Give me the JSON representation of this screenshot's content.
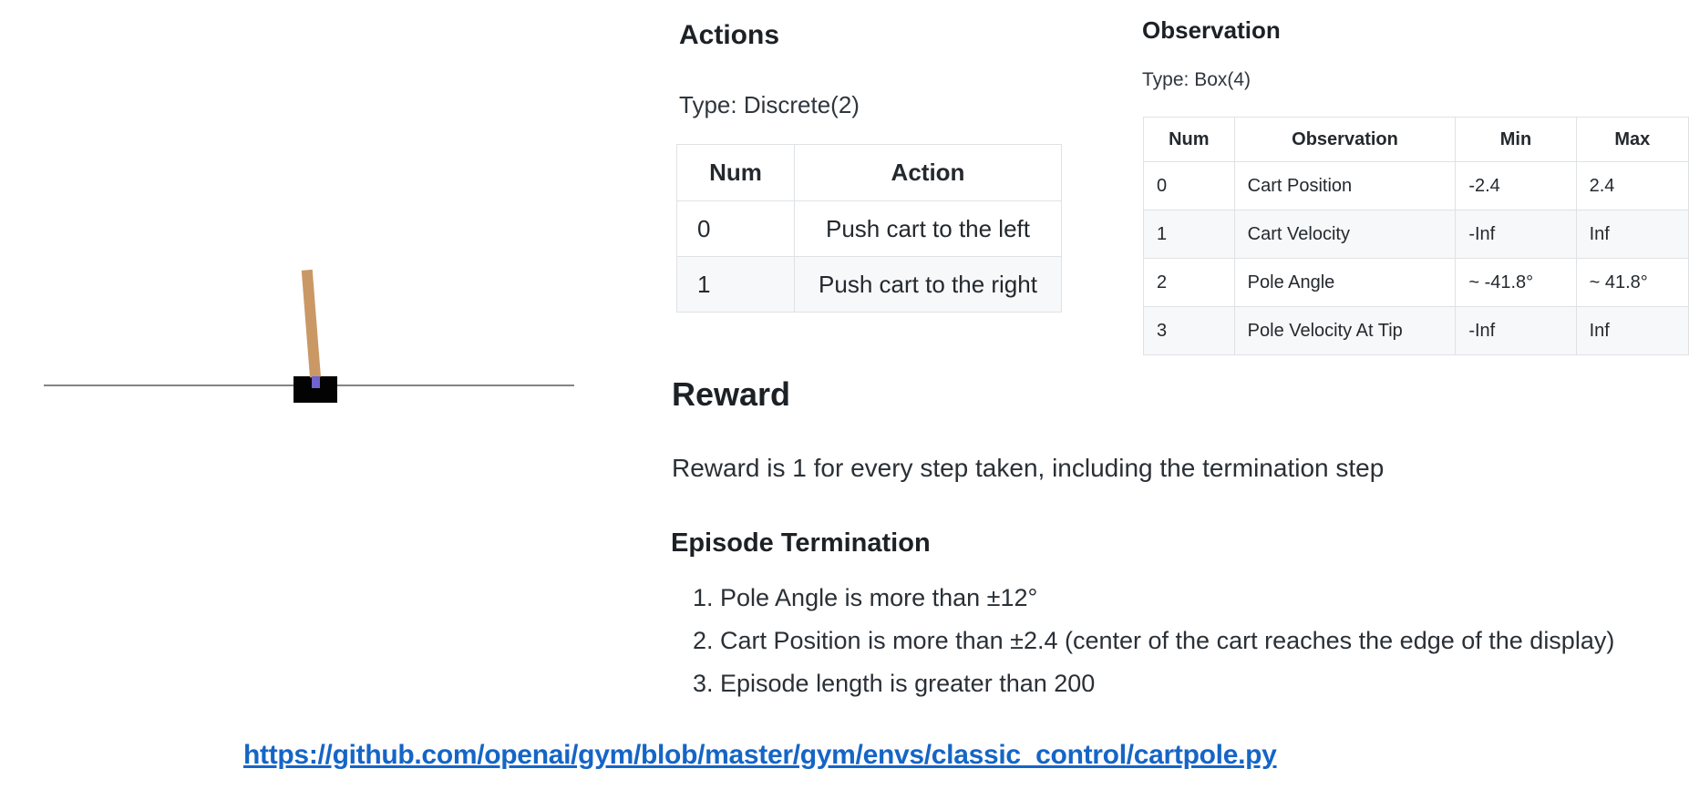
{
  "cartpole": {
    "description": "CartPole environment render: black cart on horizontal track with tan pole on purple axle",
    "track_color": "#848484",
    "cart_color": "#030303",
    "pole_color": "#ca9865",
    "axle_color": "#6f63cf"
  },
  "actions": {
    "title": "Actions",
    "type_label": "Type: Discrete(2)",
    "table": {
      "headers": [
        "Num",
        "Action"
      ],
      "rows": [
        [
          "0",
          "Push cart to the left"
        ],
        [
          "1",
          "Push cart to the right"
        ]
      ]
    }
  },
  "observation": {
    "title": "Observation",
    "type_label": "Type: Box(4)",
    "table": {
      "headers": [
        "Num",
        "Observation",
        "Min",
        "Max"
      ],
      "rows": [
        [
          "0",
          "Cart Position",
          "-2.4",
          "2.4"
        ],
        [
          "1",
          "Cart Velocity",
          "-Inf",
          "Inf"
        ],
        [
          "2",
          "Pole Angle",
          "~ -41.8°",
          "~ 41.8°"
        ],
        [
          "3",
          "Pole Velocity At Tip",
          "-Inf",
          "Inf"
        ]
      ]
    }
  },
  "reward": {
    "title": "Reward",
    "description": "Reward is 1 for every step taken, including the termination step"
  },
  "episode_termination": {
    "title": "Episode Termination",
    "items": [
      "Pole Angle is more than ±12°",
      "Cart Position is more than ±2.4 (center of the cart reaches the edge of the display)",
      "Episode length is greater than 200"
    ]
  },
  "link": {
    "text": "https://github.com/openai/gym/blob/master/gym/envs/classic_control/cartpole.py",
    "color": "#1565c6"
  },
  "colors": {
    "text": "#24292e",
    "heading": "#1c2126",
    "table_border": "#dfe2e5",
    "table_stripe": "#f6f8fa",
    "link_blue": "#1565c6"
  }
}
